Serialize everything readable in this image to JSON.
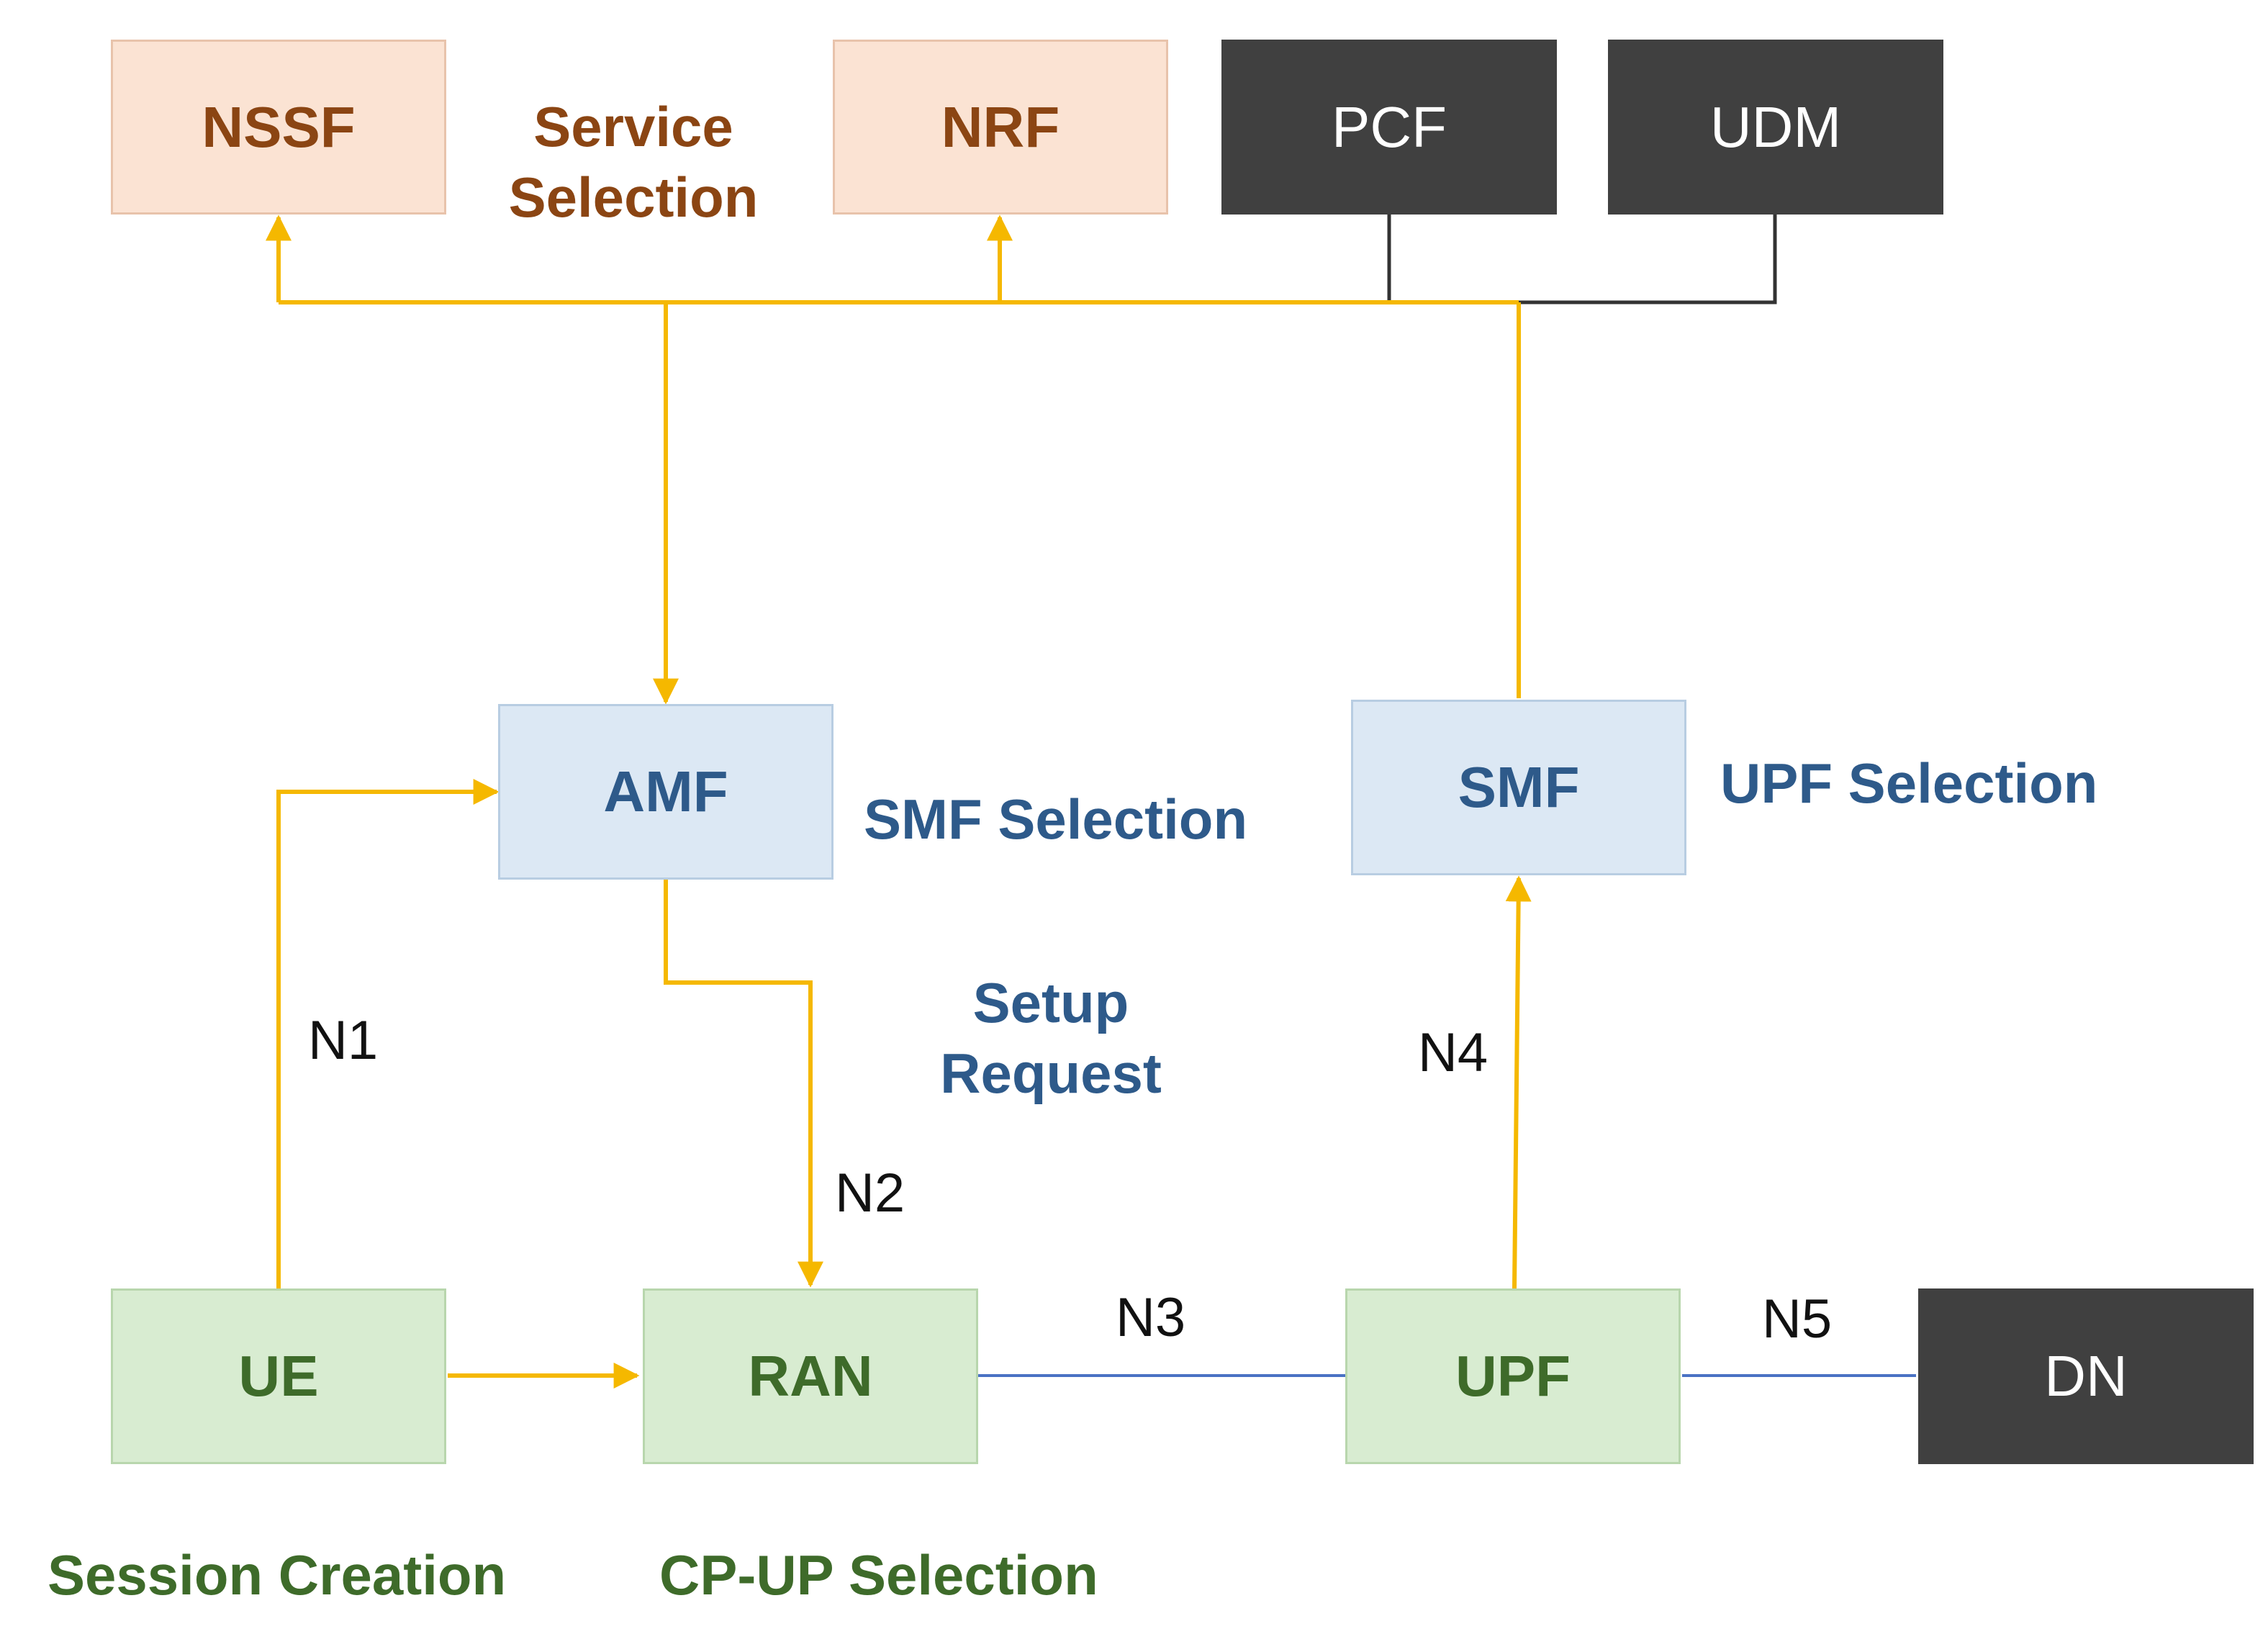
{
  "colors": {
    "control_link": "#f5b800",
    "user_link": "#4a72c4",
    "dark_link": "#333333"
  },
  "nodes": {
    "nssf": "NSSF",
    "nrf": "NRF",
    "pcf": "PCF",
    "udm": "UDM",
    "amf": "AMF",
    "smf": "SMF",
    "ue": "UE",
    "ran": "RAN",
    "upf": "UPF",
    "dn": "DN"
  },
  "labels": {
    "service_selection_line1": "Service",
    "service_selection_line2": "Selection",
    "smf_selection": "SMF Selection",
    "upf_selection": "UPF Selection",
    "setup_request_line1": "Setup",
    "setup_request_line2": "Request",
    "session_creation": "Session Creation",
    "cp_up_selection": "CP-UP Selection"
  },
  "interfaces": {
    "n1": "N1",
    "n2": "N2",
    "n3": "N3",
    "n4": "N4",
    "n5": "N5"
  }
}
